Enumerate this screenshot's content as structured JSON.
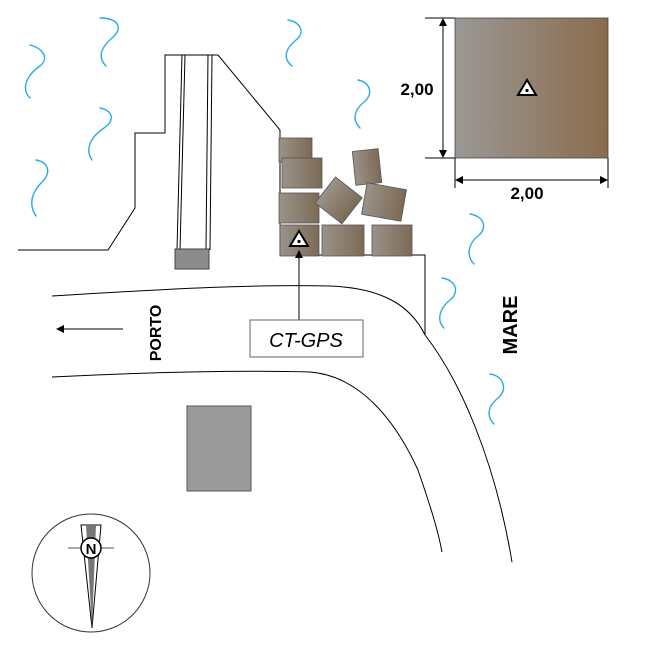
{
  "labels": {
    "detail_height": "2,00",
    "detail_width": "2,00",
    "station": "CT-GPS",
    "harbor": "PORTO",
    "sea": "MARE",
    "north": "N"
  },
  "icons": {
    "benchmark": "benchmark-triangle-icon",
    "north_arrow": "north-arrow-icon",
    "direction_arrow": "arrow-left-icon",
    "water": "water-wave-icon"
  },
  "colors": {
    "line": "#000000",
    "water": "#29abe2",
    "block_light": "#9a928a",
    "block_dark": "#7d6a55",
    "building": "#9a9a9a",
    "detail_left": "#9b9896",
    "detail_right": "#8a6c4d"
  }
}
